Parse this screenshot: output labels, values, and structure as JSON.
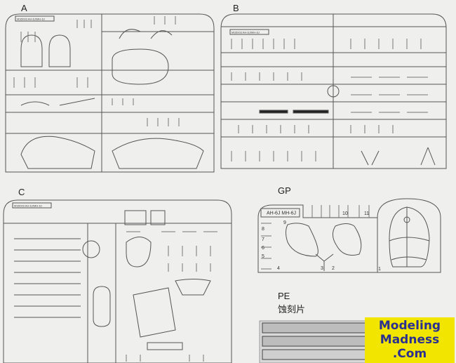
{
  "sprues": {
    "a": {
      "label": "A",
      "code": "MS5003 AH-6J/MH-6J"
    },
    "b": {
      "label": "B",
      "code": "MS5003 AH-6J/MH-6J"
    },
    "c": {
      "label": "C",
      "code": "MS5003 AH-6J/MH-6J"
    },
    "gp": {
      "label": "GP",
      "code": "AH-6J MH-6J",
      "part_numbers": [
        "1",
        "2",
        "3",
        "4",
        "5",
        "6",
        "7",
        "8",
        "9",
        "10",
        "11"
      ]
    },
    "pe": {
      "label": "PE",
      "sublabel": "蚀刻片"
    }
  },
  "watermark": {
    "line1": "Modeling",
    "line2": "Madness",
    "line3": ".Com",
    "bg_color": "#f2e600",
    "text_color": "#2b2f8f"
  }
}
